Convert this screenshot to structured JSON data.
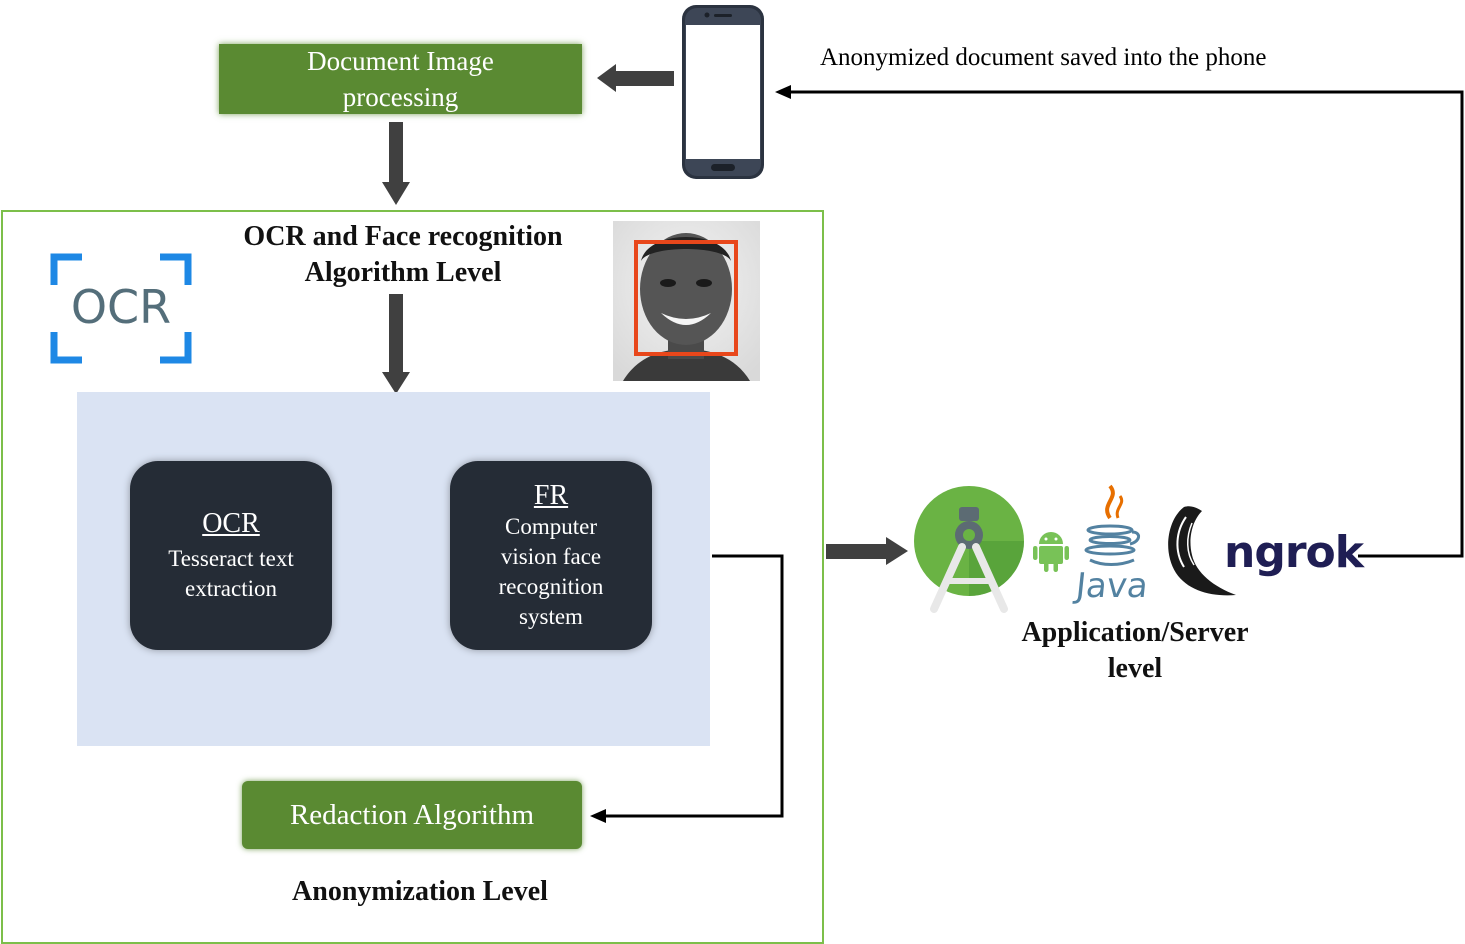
{
  "doc_processing": "Document Image processing",
  "ocr_fr_level": {
    "line1": "OCR and Face recognition",
    "line2": "Algorithm Level"
  },
  "ocr_logo_text": "OCR",
  "ocr_box": {
    "title": "OCR",
    "line1": "Tesseract text",
    "line2": "extraction"
  },
  "fr_box": {
    "title": "FR",
    "line1": "Computer",
    "line2": "vision face",
    "line3": "recognition",
    "line4": "system"
  },
  "redaction": "Redaction Algorithm",
  "anonymization_level": "Anonymization Level",
  "saved_caption": "Anonymized document saved into the phone",
  "app_server": {
    "line1": "Application/Server",
    "line2": "level"
  },
  "logos": {
    "java": "Java",
    "ngrok": "ngrok"
  },
  "colors": {
    "green_box": "#5a8a32",
    "dark_box": "#252c36",
    "light_blue_panel": "#dae3f3",
    "frame_green": "#7cbf4a",
    "ocr_logo_blue": "#1e88e5",
    "face_box_red": "#e8471b",
    "android_studio_green": "#6ab344",
    "ngrok_navy": "#1f1e54"
  }
}
